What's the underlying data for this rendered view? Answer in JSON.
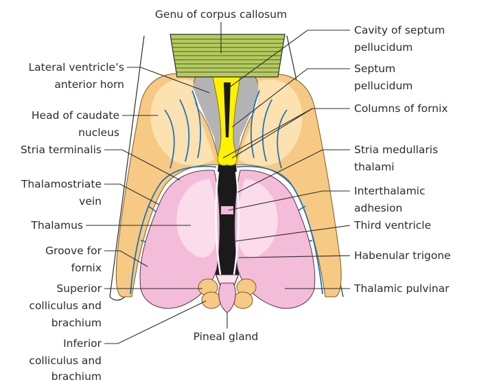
{
  "labels": {
    "genu": "Genu of corpus callosum",
    "lateral_ventricle": [
      "Lateral ventricle’s",
      "anterior horn"
    ],
    "head_caudate": [
      "Head of caudate",
      "nucleus"
    ],
    "stria_terminalis": "Stria terminalis",
    "thalamostriate_vein": [
      "Thalamostriate",
      "vein"
    ],
    "thalamus": "Thalamus",
    "groove_fornix": [
      "Groove for",
      "fornix"
    ],
    "superior_colliculus": [
      "Superior",
      "colliculus and",
      "brachium"
    ],
    "inferior_colliculus": [
      "Inferior",
      "colliculus and",
      "brachium"
    ],
    "pineal_gland": "Pineal gland",
    "cavity_septum": [
      "Cavity of septum",
      "pellucidum"
    ],
    "septum_pellucidum": [
      "Septum",
      "pellucidum"
    ],
    "columns_fornix": "Columns of fornix",
    "stria_medullaris": [
      "Stria medullaris",
      "thalami"
    ],
    "interthalamic_adhesion": [
      "Interthalamic",
      "adhesion"
    ],
    "third_ventricle": "Third ventricle",
    "habenular_trigone": "Habenular trigone",
    "thalamic_pulvinar": "Thalamic pulvinar"
  },
  "colors": {
    "corpus_callosum": "#b5cc5c",
    "caudate": "#f6c985",
    "caudate_light": "#fde6b9",
    "thalamus": "#f3bcd8",
    "thalamus_light": "#fbe3ef",
    "vein": "#1f73b6",
    "septum": "#fff200",
    "ventricle": "#1a1a1a",
    "gray_matter": "#b3b3b3"
  }
}
